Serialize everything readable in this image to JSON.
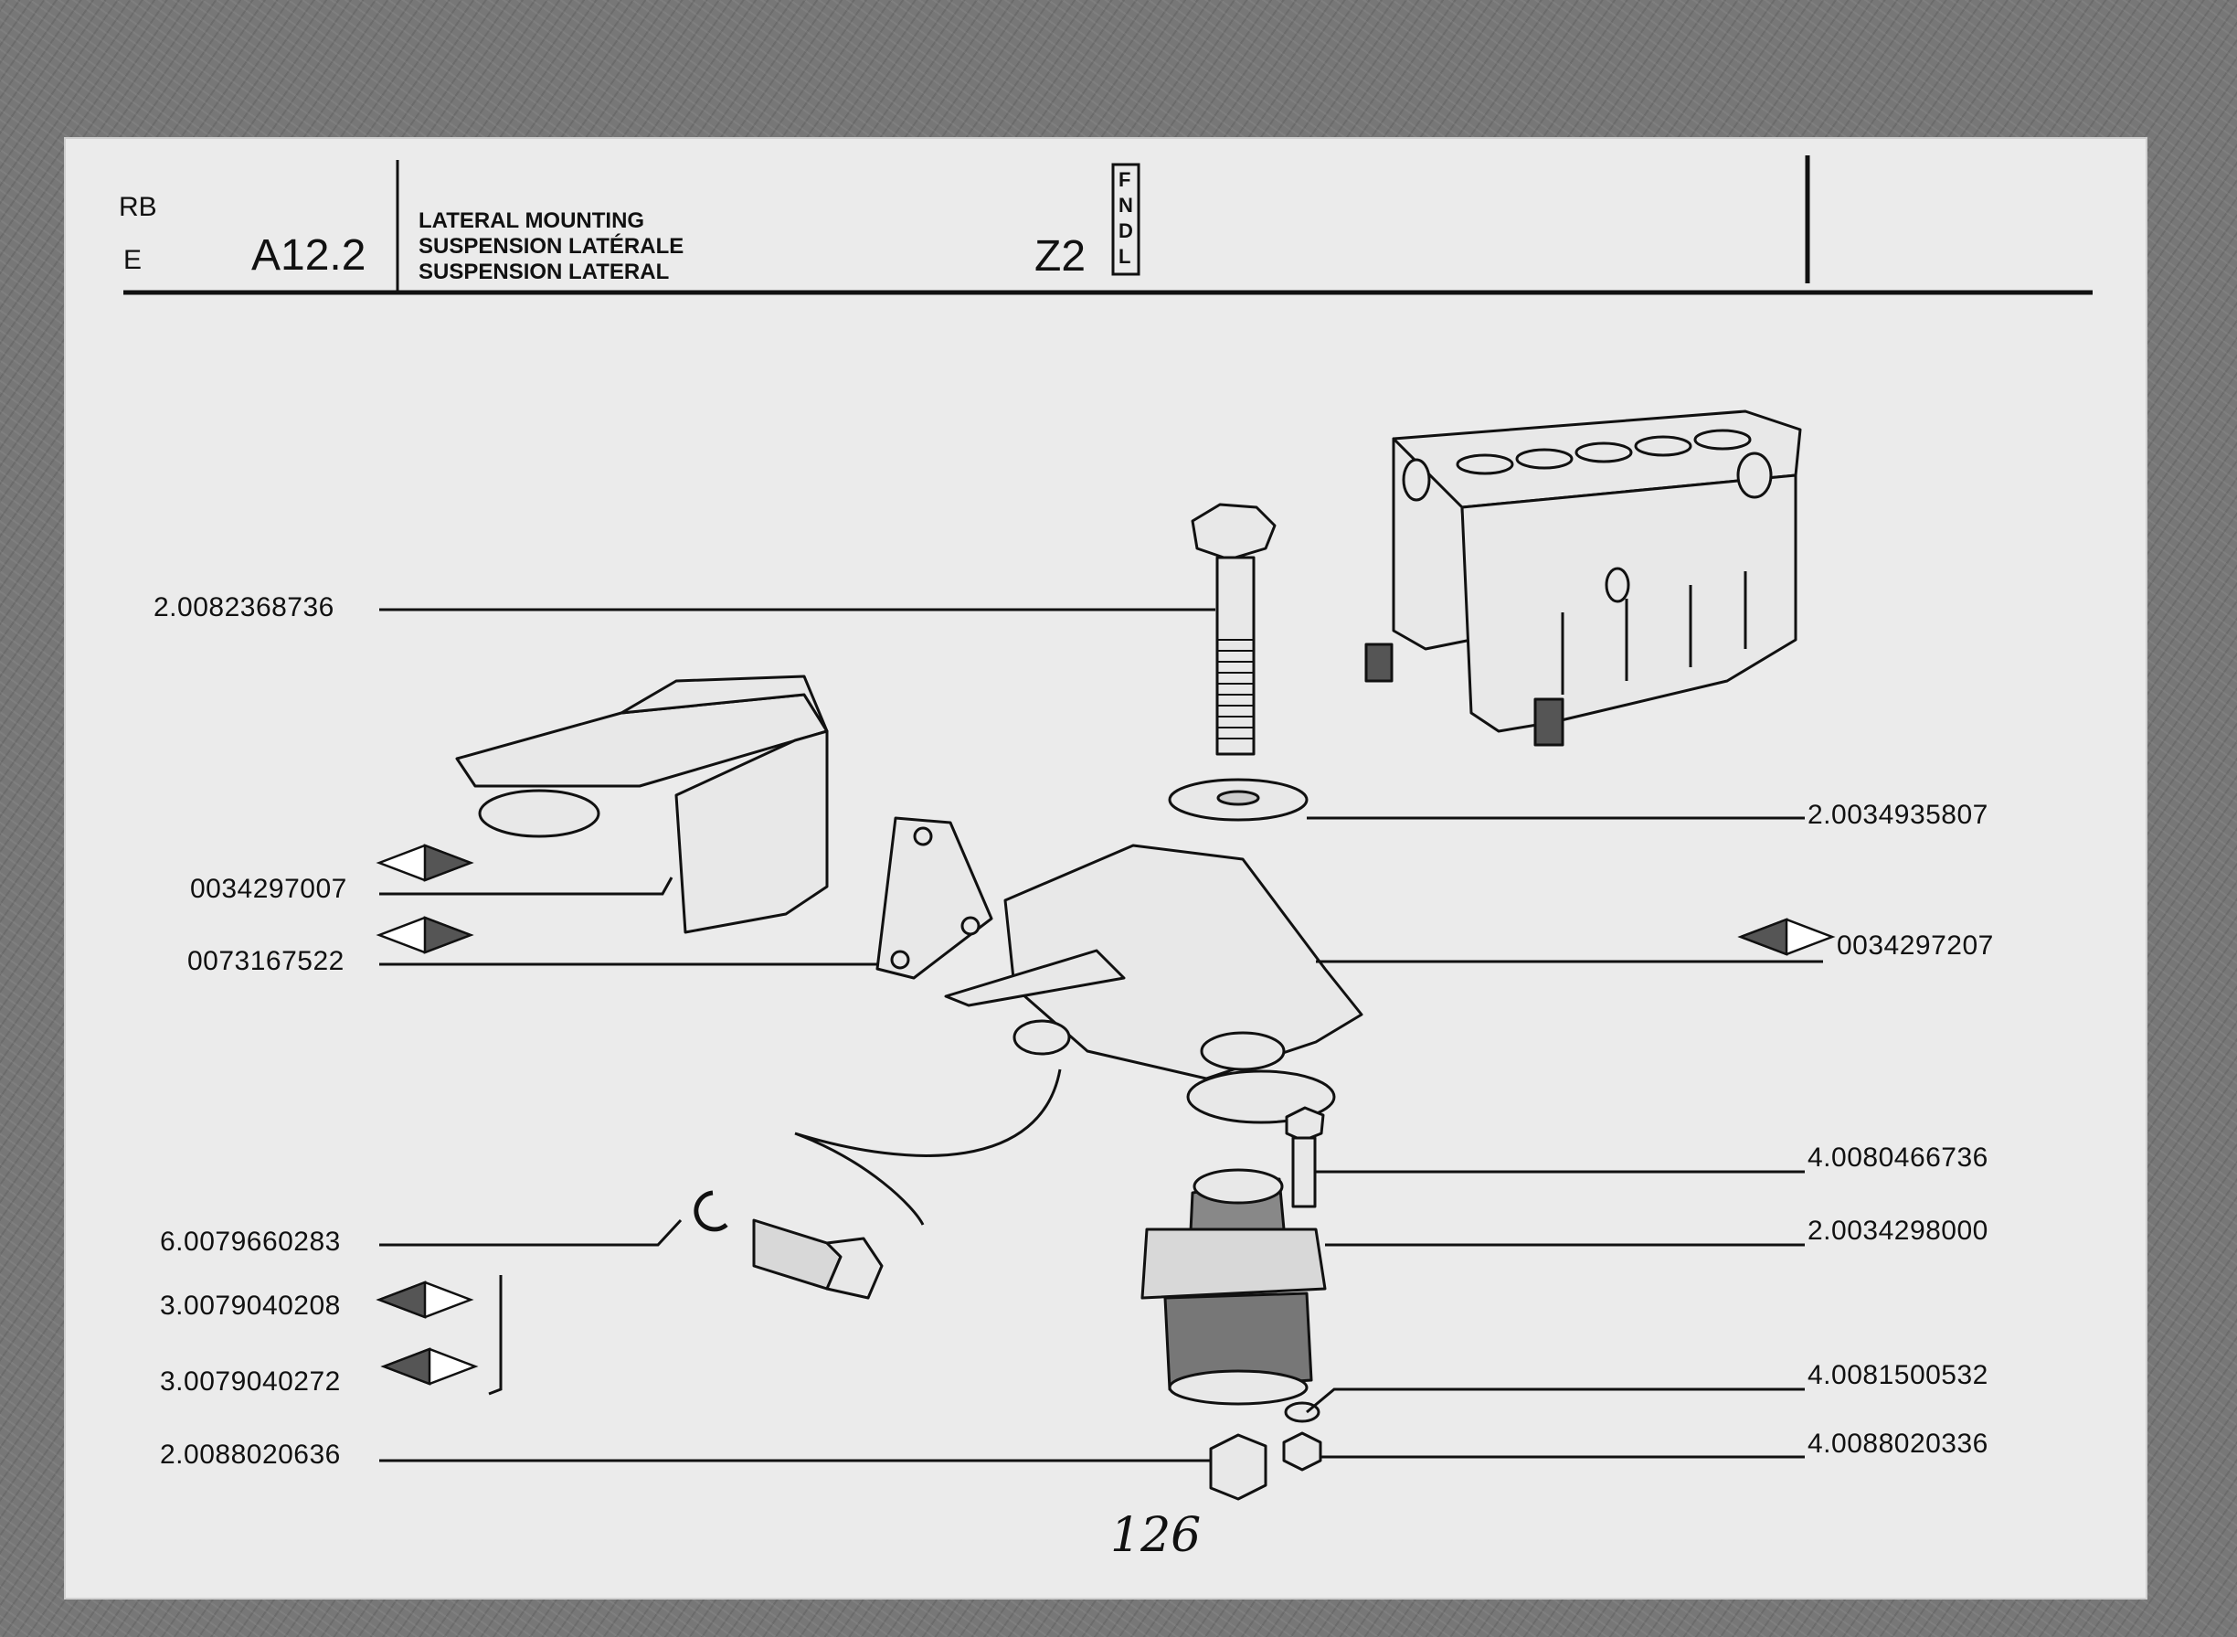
{
  "header": {
    "code_rb": "RB",
    "code_e": "E",
    "ref": "A12.2",
    "titles": [
      "LATERAL MOUNTING",
      "SUSPENSION LATÉRALE",
      "SUSPENSION LATERAL"
    ],
    "zone": "Z2",
    "lang_letters": [
      "F",
      "N",
      "D",
      "L"
    ]
  },
  "parts": [
    {
      "number": "2.0082368736",
      "icon": "none"
    },
    {
      "number": "2.0034935807",
      "icon": "none"
    },
    {
      "number": "0034297007",
      "icon": "diamond-right-half-icon"
    },
    {
      "number": "0073167522",
      "icon": "diamond-right-half-icon"
    },
    {
      "number": "0034297207",
      "icon": "diamond-left-half-icon"
    },
    {
      "number": "4.0080466736",
      "icon": "none"
    },
    {
      "number": "6.0079660283",
      "icon": "none"
    },
    {
      "number": "2.0034298000",
      "icon": "none"
    },
    {
      "number": "3.0079040208",
      "icon": "diamond-left-half-icon"
    },
    {
      "number": "3.0079040272",
      "icon": "diamond-left-half-icon"
    },
    {
      "number": "4.0081500532",
      "icon": "none"
    },
    {
      "number": "2.0088020636",
      "icon": "none"
    },
    {
      "number": "4.0088020336",
      "icon": "none"
    }
  ],
  "page_number": "126"
}
